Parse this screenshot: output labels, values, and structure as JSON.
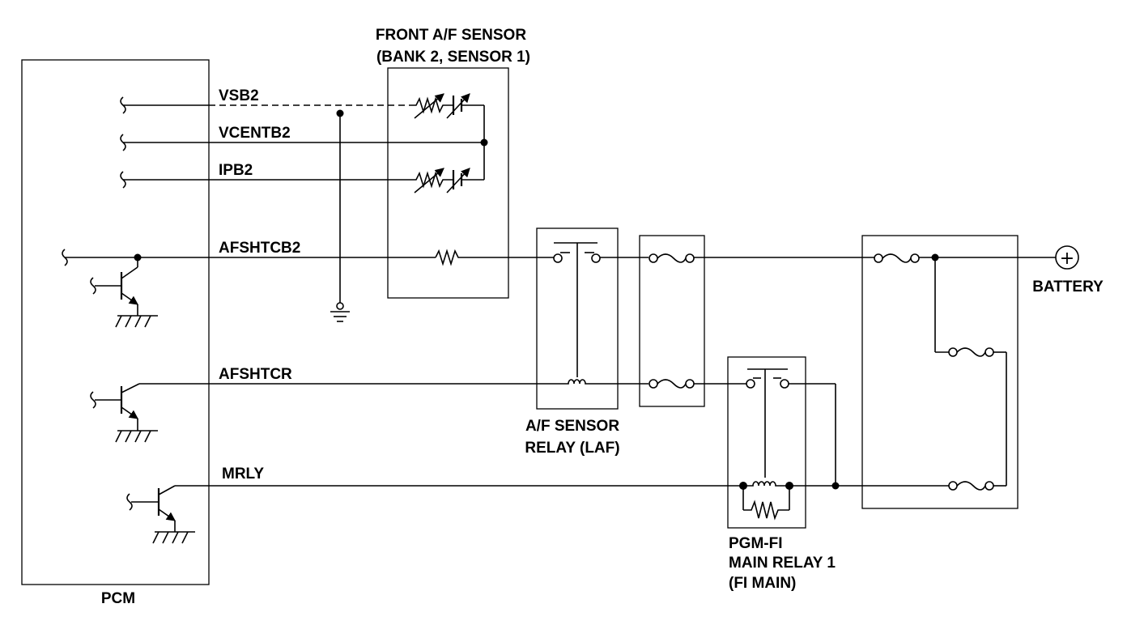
{
  "components": {
    "pcm": "PCM",
    "sensor_line1": "FRONT A/F SENSOR",
    "sensor_line2": "(BANK 2, SENSOR 1)",
    "laf_line1": "A/F SENSOR",
    "laf_line2": "RELAY (LAF)",
    "fi_line1": "PGM-FI",
    "fi_line2": "MAIN RELAY 1",
    "fi_line3": "(FI MAIN)",
    "battery": "BATTERY",
    "battery_symbol": "+"
  },
  "signals": {
    "vsb2": "VSB2",
    "vcentb2": "VCENTB2",
    "ipb2": "IPB2",
    "afshtcb2": "AFSHTCB2",
    "afshtcr": "AFSHTCR",
    "mrly": "MRLY"
  }
}
